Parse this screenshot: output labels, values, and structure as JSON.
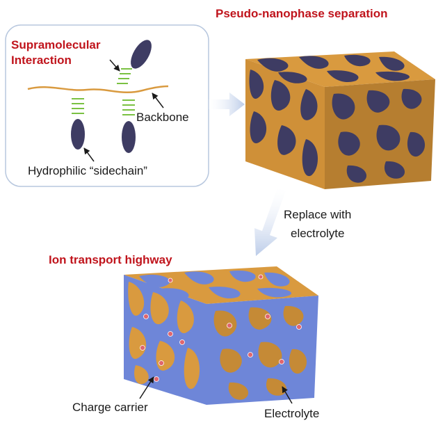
{
  "colors": {
    "matrix": "#d99a3f",
    "matrix_shade": "#b07a2e",
    "dark_phase": "#3e3c63",
    "electrolyte": "#6e86d8",
    "accent_red": "#c0141c",
    "bond_green": "#7ac142",
    "arrow": "#b4c6e6",
    "carrier": "#e0666e"
  },
  "panel_molecule": {
    "title_line1": "Supramolecular",
    "title_line2": "Interaction",
    "backbone_label": "Backbone",
    "sidechain_label": "Hydrophilic “sidechain”"
  },
  "panel_phase": {
    "title": "Pseudo-nanophase separation"
  },
  "step_arrow": {
    "label_line1": "Replace with",
    "label_line2": "electrolyte"
  },
  "panel_transport": {
    "title": "Ion transport highway",
    "carrier_label": "Charge carrier",
    "electrolyte_label": "Electrolyte"
  }
}
